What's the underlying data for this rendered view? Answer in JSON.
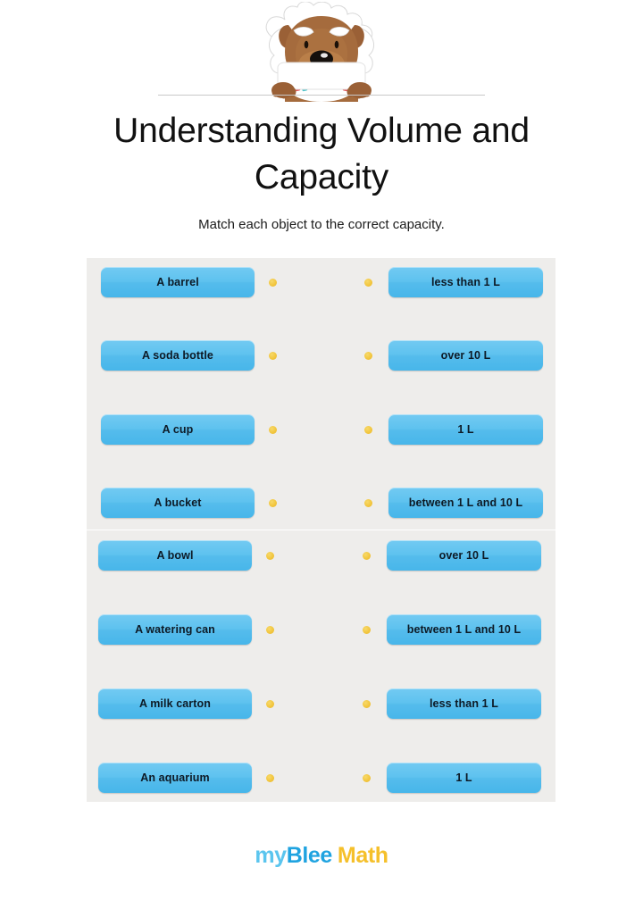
{
  "header": {
    "mascot_name": "einstein-bear-mascot",
    "divider": "horizontal-rule"
  },
  "title": "Understanding Volume and Capacity",
  "subtitle": "Match each object to the correct capacity.",
  "exercise": {
    "panels": [
      {
        "id": "panel-a",
        "rows": [
          {
            "left_label": "A barrel",
            "right_label": "less than 1 L"
          },
          {
            "left_label": "A soda bottle",
            "right_label": "over 10 L"
          },
          {
            "left_label": "A cup",
            "right_label": "1 L"
          },
          {
            "left_label": "A bucket",
            "right_label": "between 1 L and 10 L"
          }
        ]
      },
      {
        "id": "panel-b",
        "rows": [
          {
            "left_label": "A bowl",
            "right_label": "over 10 L"
          },
          {
            "left_label": "A watering can",
            "right_label": "between 1 L and 10 L"
          },
          {
            "left_label": "A milk carton",
            "right_label": "less than 1 L"
          },
          {
            "left_label": "An aquarium",
            "right_label": "1 L"
          }
        ]
      }
    ]
  },
  "footer": {
    "logo_part1": "my",
    "logo_part2": "Blee",
    "logo_part3": "Math"
  },
  "colors": {
    "chip_blue": "#55bcec",
    "dot_yellow": "#f2c63f",
    "panel_gray": "#eeedeb",
    "logo_light_blue": "#5bc5ee",
    "logo_blue": "#1fa3e0",
    "logo_yellow": "#f5c02b"
  }
}
